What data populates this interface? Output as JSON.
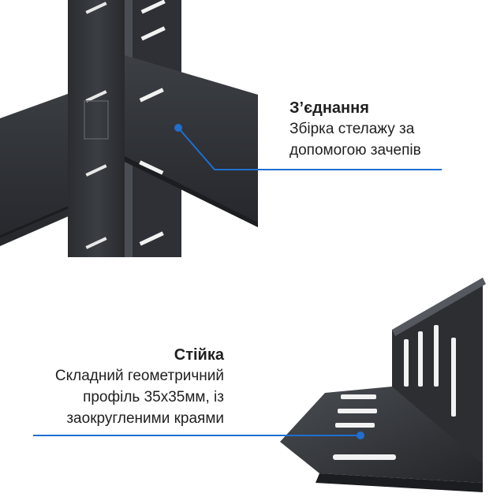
{
  "callouts": {
    "connection": {
      "title": "З’єднання",
      "lines": [
        "Збірка стелажу за",
        "допомогою зачепів"
      ]
    },
    "upright": {
      "title": "Стійка",
      "lines": [
        "Складний геометричний",
        "профіль 35х35мм, із",
        "заокругленими краями"
      ]
    }
  },
  "colors": {
    "accent_line": "#1f6fd0",
    "metal_dark": "#2b2d31",
    "metal_mid": "#3a3d42",
    "metal_light": "#55595f",
    "slot": "#f2f2f2"
  },
  "icons": {
    "connection_marker": "dot-marker",
    "upright_marker": "dot-marker"
  }
}
